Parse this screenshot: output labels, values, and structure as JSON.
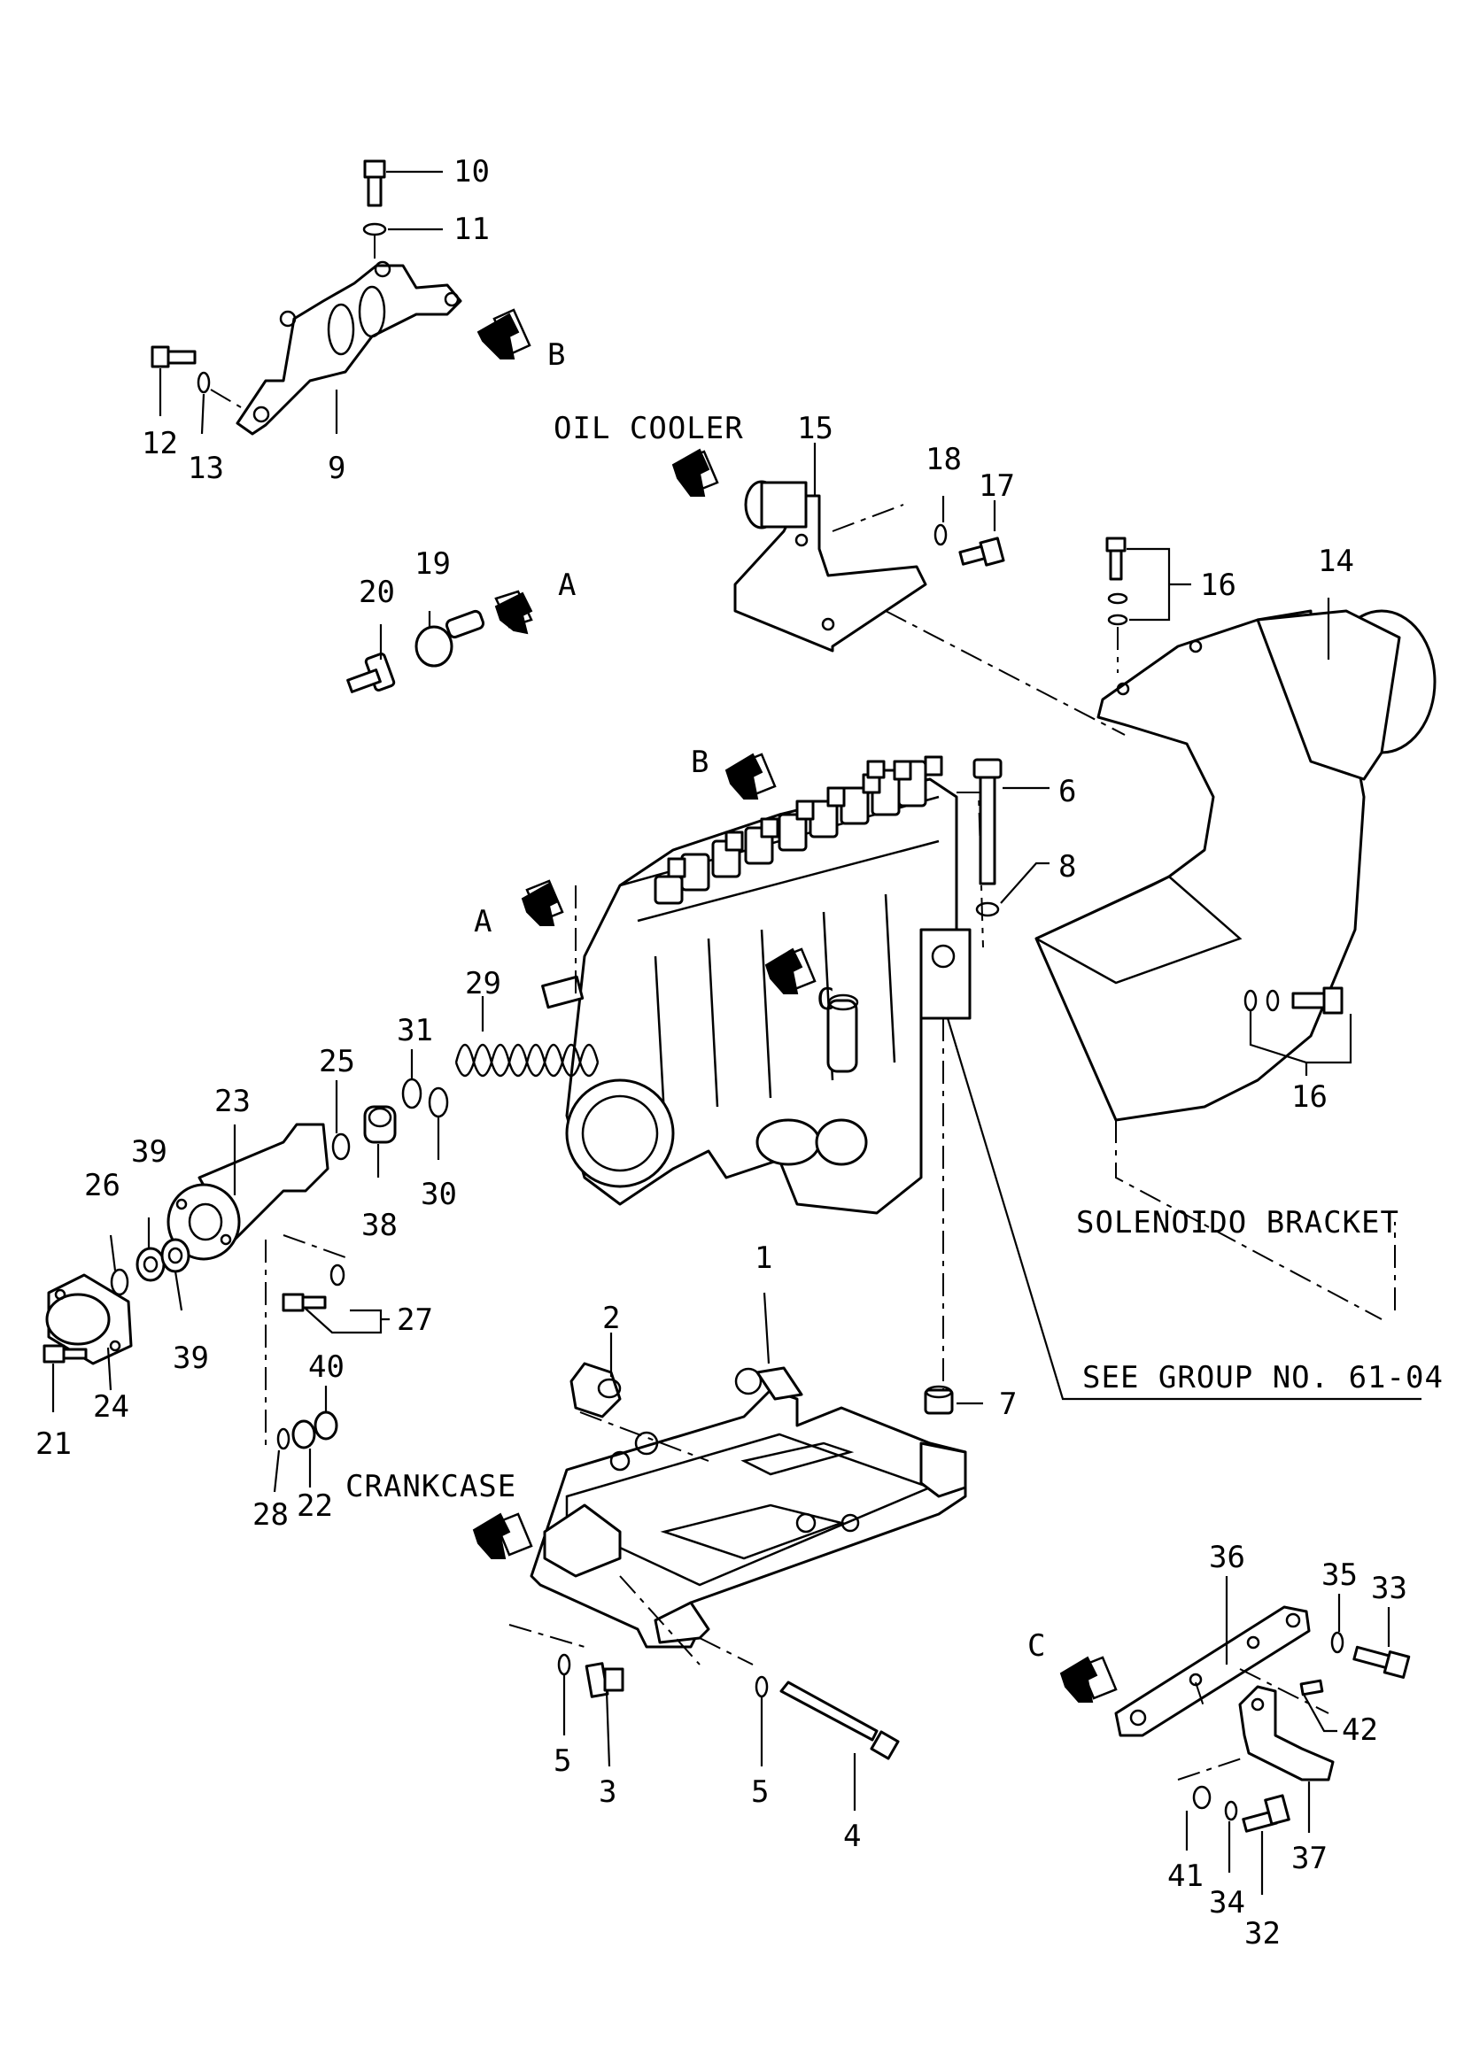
{
  "labels": {
    "oil_cooler": "OIL COOLER",
    "solenoid_bracket": "SOLENOIDO BRACKET",
    "see_group": "SEE GROUP NO. 61-04",
    "crankcase": "CRANKCASE",
    "view_a": "A",
    "view_b": "B",
    "view_c": "C"
  },
  "parts": {
    "p1": "1",
    "p2": "2",
    "p3": "3",
    "p4": "4",
    "p5": "5",
    "p6": "6",
    "p7": "7",
    "p8": "8",
    "p9": "9",
    "p10": "10",
    "p11": "11",
    "p12": "12",
    "p13": "13",
    "p14": "14",
    "p15": "15",
    "p16": "16",
    "p17": "17",
    "p18": "18",
    "p19": "19",
    "p20": "20",
    "p21": "21",
    "p22": "22",
    "p23": "23",
    "p24": "24",
    "p25": "25",
    "p26": "26",
    "p27": "27",
    "p28": "28",
    "p29": "29",
    "p30": "30",
    "p31": "31",
    "p32": "32",
    "p33": "33",
    "p34": "34",
    "p35": "35",
    "p36": "36",
    "p37": "37",
    "p38": "38",
    "p39": "39",
    "p40": "40",
    "p41": "41",
    "p42": "42"
  }
}
